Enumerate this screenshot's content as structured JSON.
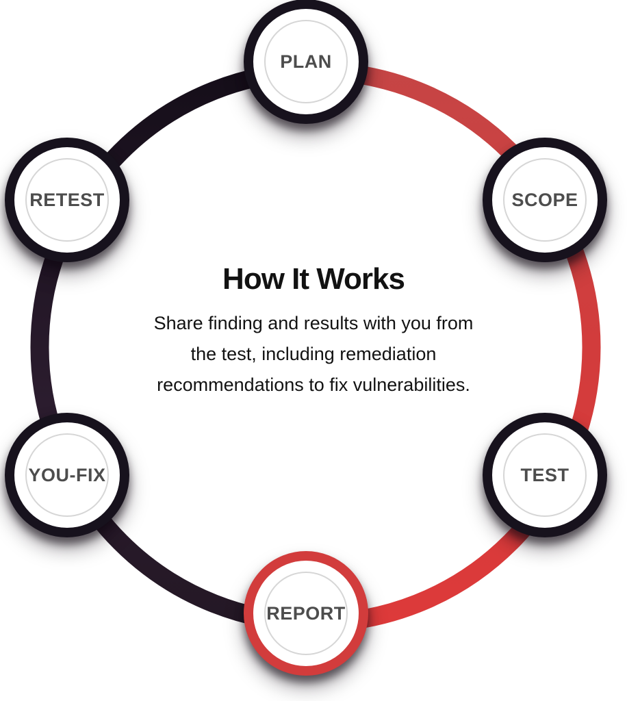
{
  "diagram": {
    "title": "How It Works",
    "description_lines": [
      "Share finding and results with you from",
      "the test, including remediation",
      "recommendations to fix vulnerabilities."
    ],
    "nodes": [
      {
        "label": "PLAN",
        "active": false
      },
      {
        "label": "SCOPE",
        "active": false
      },
      {
        "label": "TEST",
        "active": false
      },
      {
        "label": "REPORT",
        "active": true
      },
      {
        "label": "YOU-FIX",
        "active": false
      },
      {
        "label": "RETEST",
        "active": false
      }
    ],
    "colors": {
      "red": "#d23c3c",
      "red_light": "#dd3a3a",
      "red_dark": "#c64545",
      "dark": "#17121d",
      "dark_top": "#150e19",
      "dark_purple": "#2b1c2e",
      "dark_bottom": "#241825",
      "node_label": "#4d4d4d",
      "text": "#121212",
      "inner_ring": "#d6d6d6",
      "background": "#ffffff"
    }
  }
}
